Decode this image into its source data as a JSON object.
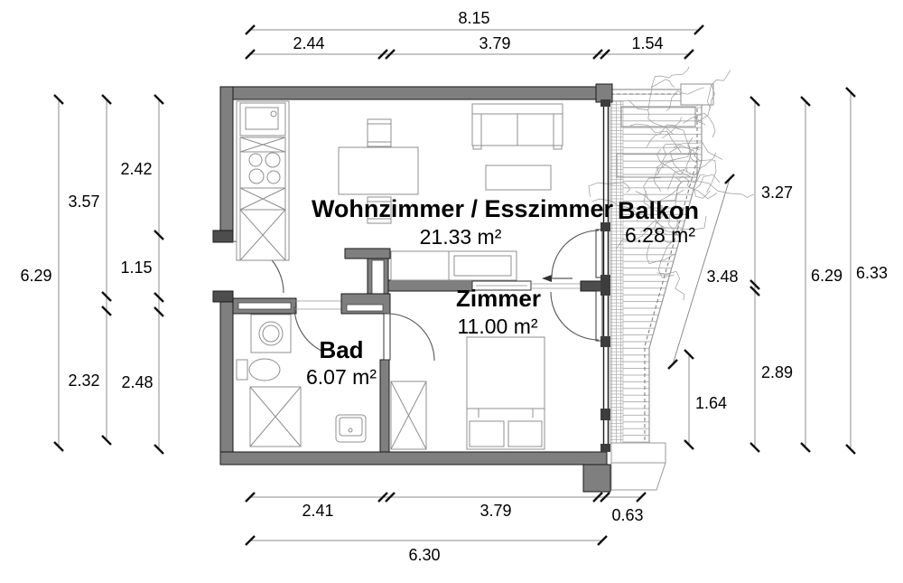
{
  "rooms": [
    {
      "name": "Wohnzimmer / Esszimmer",
      "area": "21.33 m²"
    },
    {
      "name": "Balkon",
      "area": "6.28 m²"
    },
    {
      "name": "Zimmer",
      "area": "11.00 m²"
    },
    {
      "name": "Bad",
      "area": "6.07 m²"
    }
  ],
  "dimensions": {
    "top_total": "8.15",
    "top": [
      "2.44",
      "3.79",
      "1.54"
    ],
    "left_outer": "6.29",
    "left_mid": [
      "3.57",
      "2.32"
    ],
    "left_inner": [
      "2.42",
      "1.15",
      "2.48"
    ],
    "right_outer": "6.33",
    "right_total": "6.29",
    "right_chain": [
      "3.27",
      "2.89"
    ],
    "right_diagonal": "3.48",
    "balcony_height": "1.64",
    "bottom": [
      "2.41",
      "3.79",
      "0.63"
    ],
    "bottom_total": "6.30"
  },
  "colors": {
    "wall": "#7f7f7f",
    "outline": "#1a1a1a",
    "dimension_line": "#8c8c8c",
    "foliage": "#9a9a9a"
  }
}
